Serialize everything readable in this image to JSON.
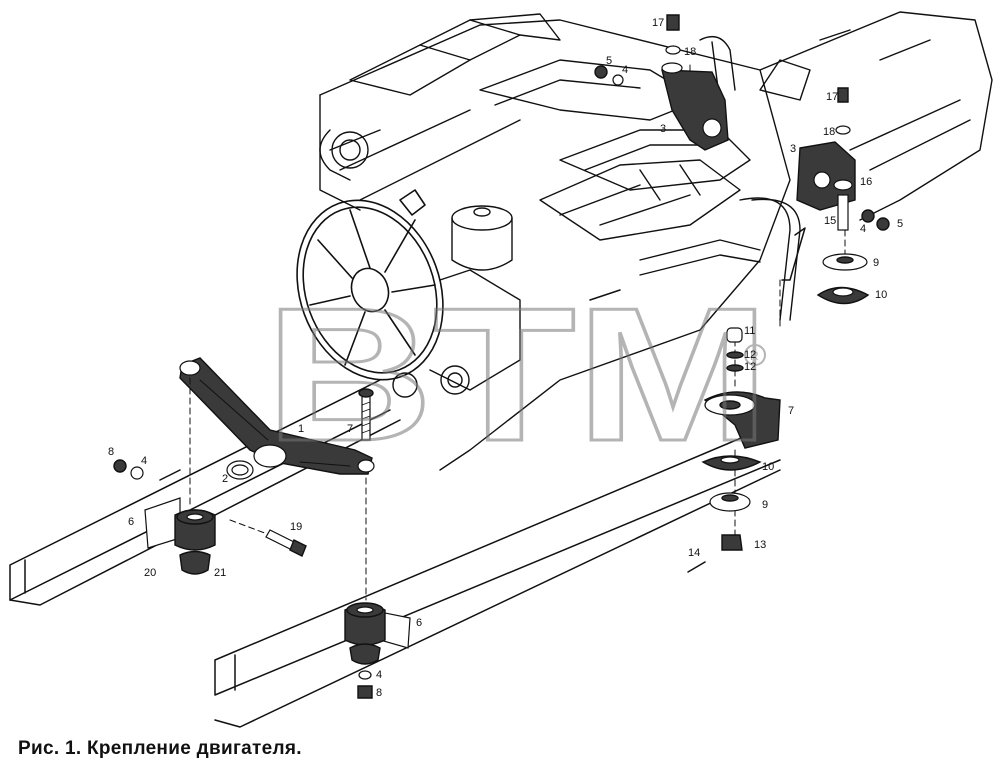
{
  "figure": {
    "caption": "Рис. 1. Крепление двигателя.",
    "watermark": "BTM"
  },
  "callouts": [
    {
      "id": "c-17a",
      "text": "17"
    },
    {
      "id": "c-18a",
      "text": "18"
    },
    {
      "id": "c-5a",
      "text": "5"
    },
    {
      "id": "c-4a",
      "text": "4"
    },
    {
      "id": "c-3a",
      "text": "3"
    },
    {
      "id": "c-17b",
      "text": "17"
    },
    {
      "id": "c-18b",
      "text": "18"
    },
    {
      "id": "c-3b",
      "text": "3"
    },
    {
      "id": "c-16",
      "text": "16"
    },
    {
      "id": "c-15",
      "text": "15"
    },
    {
      "id": "c-4b",
      "text": "4"
    },
    {
      "id": "c-5b",
      "text": "5"
    },
    {
      "id": "c-9a",
      "text": "9"
    },
    {
      "id": "c-10a",
      "text": "10"
    },
    {
      "id": "c-11",
      "text": "11"
    },
    {
      "id": "c-12a",
      "text": "12"
    },
    {
      "id": "c-12b",
      "text": "12"
    },
    {
      "id": "c-7a",
      "text": "7"
    },
    {
      "id": "c-10b",
      "text": "10"
    },
    {
      "id": "c-9b",
      "text": "9"
    },
    {
      "id": "c-13",
      "text": "13"
    },
    {
      "id": "c-14",
      "text": "14"
    },
    {
      "id": "c-1",
      "text": "1"
    },
    {
      "id": "c-7b",
      "text": "7"
    },
    {
      "id": "c-2",
      "text": "2"
    },
    {
      "id": "c-8a",
      "text": "8"
    },
    {
      "id": "c-4c",
      "text": "4"
    },
    {
      "id": "c-6a",
      "text": "6"
    },
    {
      "id": "c-19",
      "text": "19"
    },
    {
      "id": "c-20",
      "text": "20"
    },
    {
      "id": "c-21",
      "text": "21"
    },
    {
      "id": "c-6b",
      "text": "6"
    },
    {
      "id": "c-4d",
      "text": "4"
    },
    {
      "id": "c-8b",
      "text": "8"
    }
  ]
}
